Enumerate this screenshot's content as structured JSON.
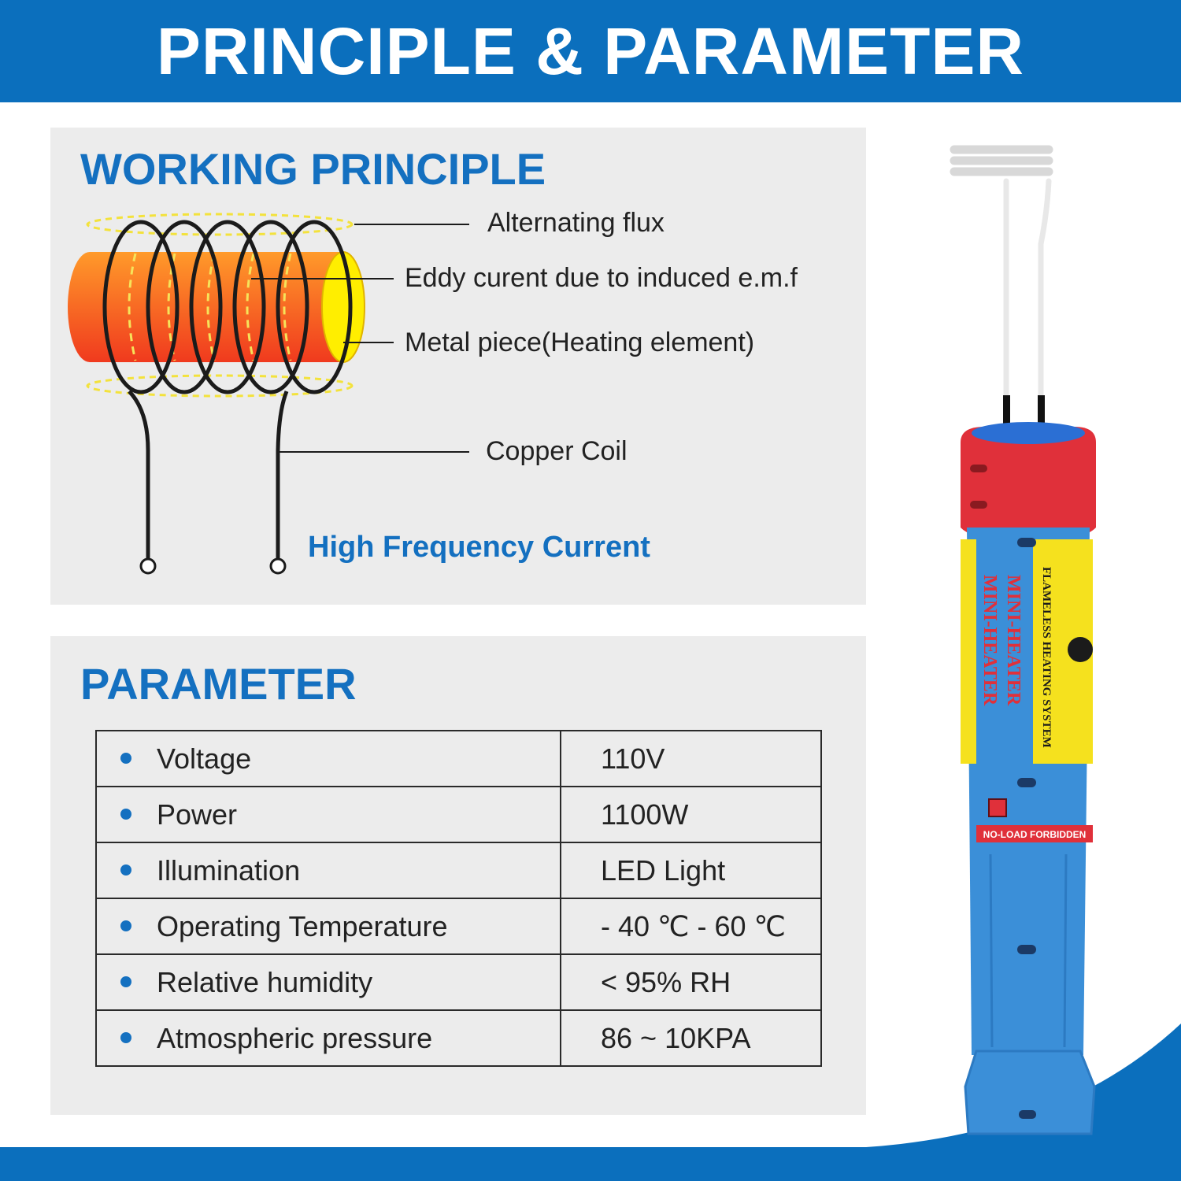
{
  "banner": {
    "title": "PRINCIPLE & PARAMETER"
  },
  "principle": {
    "title": "WORKING PRINCIPLE",
    "labels": {
      "flux": "Alternating flux",
      "eddy": "Eddy curent due to induced e.m.f",
      "metal": "Metal piece(Heating element)",
      "coil": "Copper Coil",
      "current": "High Frequency Current"
    }
  },
  "parameter": {
    "title": "PARAMETER",
    "rows": [
      {
        "name": "Voltage",
        "value": "110V"
      },
      {
        "name": "Power",
        "value": "1100W"
      },
      {
        "name": "Illumination",
        "value": "LED Light"
      },
      {
        "name": "Operating Temperature",
        "value": "- 40 ℃ - 60 ℃"
      },
      {
        "name": "Relative humidity",
        "value": "< 95% RH"
      },
      {
        "name": "Atmospheric pressure",
        "value": "86 ~ 10KPA"
      }
    ]
  },
  "product": {
    "label_lines": [
      "MINI-HEATER",
      "FLAMELESS HEATING SYSTEM",
      "NO-LOAD FORBIDDEN"
    ]
  },
  "colors": {
    "brand_blue": "#0b6fbd",
    "heading_blue": "#1470c0",
    "panel_gray": "#ececec",
    "tool_blue": "#3b8fd8",
    "cap_red": "#e0303a",
    "label_yellow": "#f5e11e"
  }
}
